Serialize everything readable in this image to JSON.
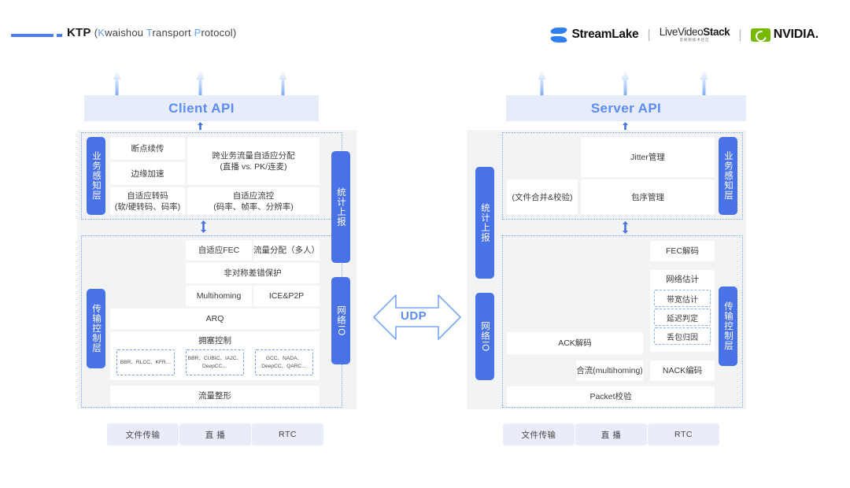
{
  "header": {
    "title_main": "KTP",
    "title_k": "K",
    "title_t": "T",
    "title_p": "P",
    "title_rest1": "waishou ",
    "title_rest2": "ransport ",
    "title_rest3": "rotocol)",
    "title_paren_open": "(",
    "accent": "#4a7dfc",
    "logos": {
      "streamlake": "StreamLake",
      "livevideostack_main": "veVide",
      "livevideostack_l": "L",
      "livevideostack_i": "i",
      "livevideostack_o": "o",
      "livevideostack_stack": "Stack",
      "livevideostack_sub": "音视频技术社区",
      "nvidia": "NVIDIA.",
      "separator": "|"
    }
  },
  "client": {
    "api_label": "Client API",
    "layer1_tab": "业务感知层",
    "layer2_tab": "传输控制层",
    "right_tab1": "统计上报",
    "right_tab2": "网络IO",
    "layer1_cells": [
      {
        "t": "断点续传"
      },
      {
        "t": "边缘加速"
      },
      {
        "t": "自适应转码",
        "t2": "(软/硬转码、码率)"
      },
      {
        "t": "跨业务流量自适应分配",
        "t2": "(直播 vs. PK/连麦)"
      },
      {
        "t": "自适应流控",
        "t2": "(码率、帧率、分辨率)"
      }
    ],
    "layer2_cells": [
      {
        "t": "自适应FEC"
      },
      {
        "t": "流量分配（多人）"
      },
      {
        "t": "非对称差错保护"
      },
      {
        "t": "Multihoming"
      },
      {
        "t": "ICE&P2P"
      },
      {
        "t": "ARQ"
      },
      {
        "t": "拥塞控制"
      },
      {
        "t": "流量整形"
      }
    ],
    "cc_algos": [
      "BBR、RLCC、KFR…",
      "BBR、CUBIC、IA2C、DeepCC…",
      "GCC、NADA、DeepCC、QARC…"
    ],
    "bottom_buttons": [
      "文件传输",
      "直 播",
      "RTC"
    ]
  },
  "server": {
    "api_label": "Server API",
    "layer1_tab": "业务感知层",
    "layer2_tab": "传输控制层",
    "left_tab1": "统计上报",
    "left_tab2": "网络IO",
    "layer1_cells": [
      {
        "t": "Jitter管理"
      },
      {
        "t": "(文件合并&校验)"
      },
      {
        "t": "包序管理"
      }
    ],
    "layer2_cells": [
      {
        "t": "FEC解码"
      },
      {
        "t": "网络估计"
      },
      {
        "t": "ACK解码"
      },
      {
        "t": "合流(multihoming)"
      },
      {
        "t": "NACK编码"
      },
      {
        "t": "Packet校验"
      }
    ],
    "estimation_items": [
      "带宽估计",
      "延迟判定",
      "丢包归因"
    ],
    "bottom_buttons": [
      "文件传输",
      "直 播",
      "RTC"
    ]
  },
  "middle": {
    "udp_label": "UDP"
  }
}
